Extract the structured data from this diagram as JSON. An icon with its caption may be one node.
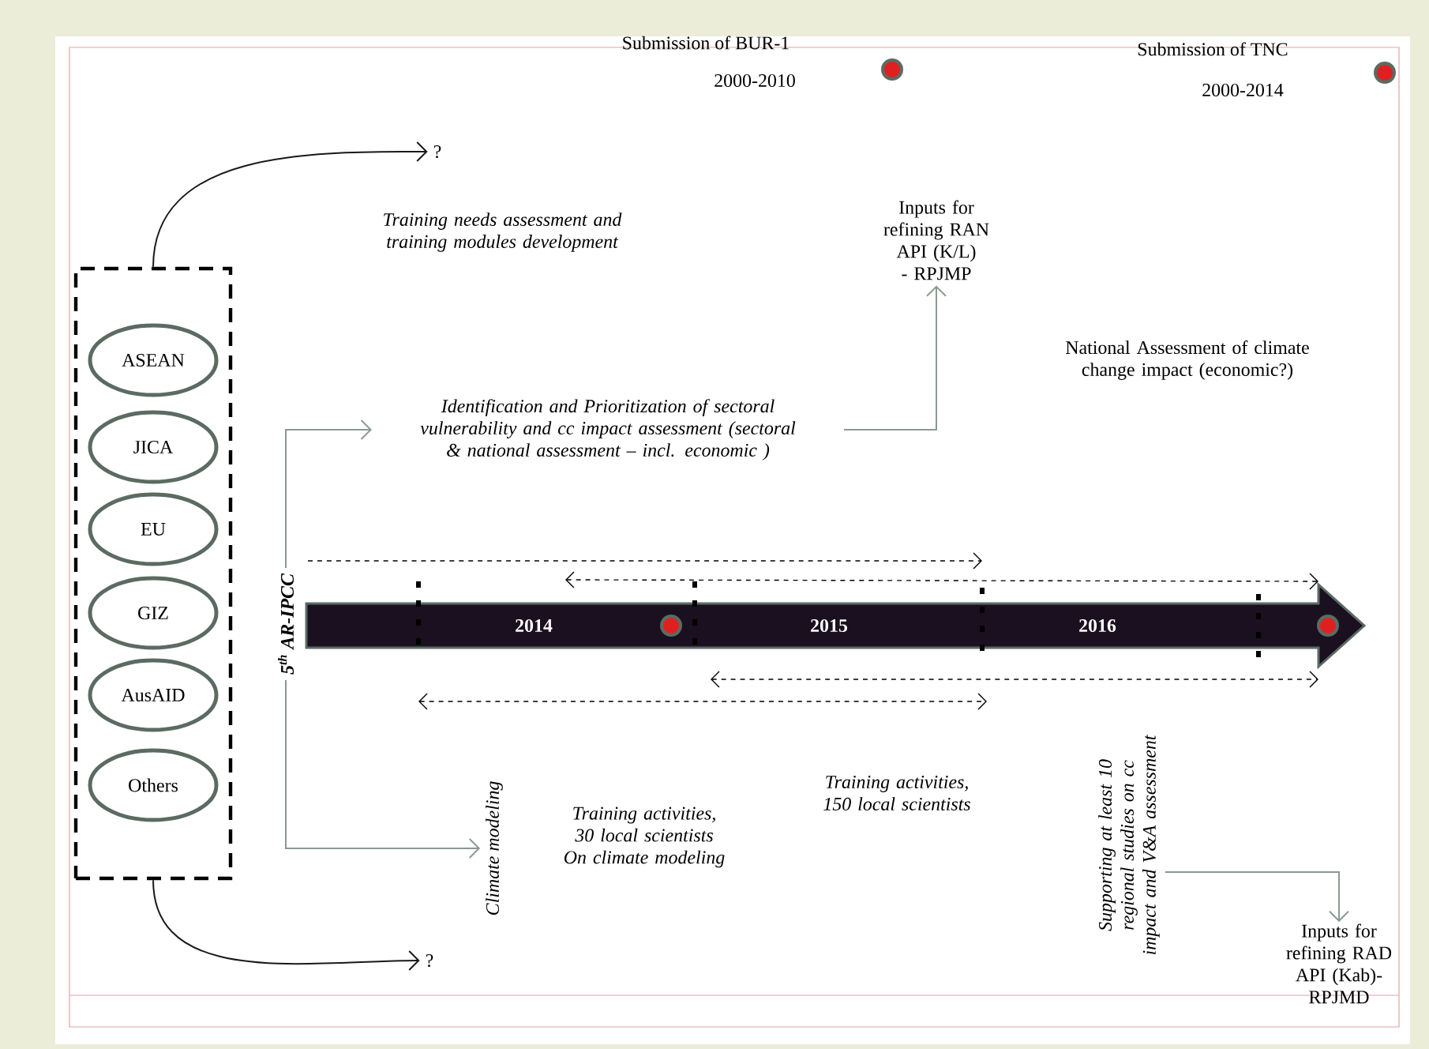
{
  "diagram": {
    "nodes": [
      {
        "text": [],
        "shape": "box"
      },
      {
        "text": [
          "ASEAN"
        ],
        "in": 0
      },
      {
        "text": [
          "JICA"
        ],
        "in": 0
      },
      {
        "text": [
          "EU"
        ],
        "in": 0
      },
      {
        "text": [
          "GIZ"
        ],
        "in": 0
      },
      {
        "text": [
          "AusAID"
        ],
        "in": 0
      },
      {
        "text": [
          "Others"
        ],
        "in": 0
      },
      {
        "text": [
          "?"
        ]
      },
      {
        "text": [
          "?"
        ]
      },
      {
        "text": [
          "Identification and Prioritization of sectoral vulnerability and cc impact assessment (sectoral & national assessment – incl. economic )"
        ]
      },
      {
        "text": [
          "Inputs for refining RAN API (K/L) - RPJMP"
        ]
      },
      {
        "text": [
          "Climate modeling"
        ]
      },
      {
        "text": [
          "Supporting at least 10 regional studies on cc impact and V&A assessment"
        ]
      },
      {
        "text": [
          "Inputs for refining RAD API (Kab)- RPJMD"
        ]
      },
      {
        "text": [
          "2014",
          "2015",
          "2016"
        ]
      },
      {
        "text": [
          "5$^{th}$ AR-IPCC"
        ]
      }
    ],
    "edges": [
      {
        "from": 0,
        "to": 7,
        "arrow": "to",
        "color": "#1a1a1a"
      },
      {
        "from": 0,
        "to": 8,
        "arrow": "to",
        "color": "#1a1a1a"
      },
      {
        "from": 15,
        "to": 9,
        "arrow": "to"
      },
      {
        "from": 9,
        "to": 10,
        "arrow": "to"
      },
      {
        "from": 15,
        "to": 11,
        "arrow": "to"
      },
      {
        "from": 12,
        "to": 13,
        "arrow": "to"
      }
    ],
    "labels": [
      "Submission of BUR-1",
      "2000-2010",
      "Submission of TNC",
      "2000-2014",
      "Training needs assessment and training modules development",
      "National Assessment of climate change impact (economic?)",
      "Training activities, 30 local scientists On climate modeling",
      "Training activities, 150 local scientists"
    ]
  }
}
